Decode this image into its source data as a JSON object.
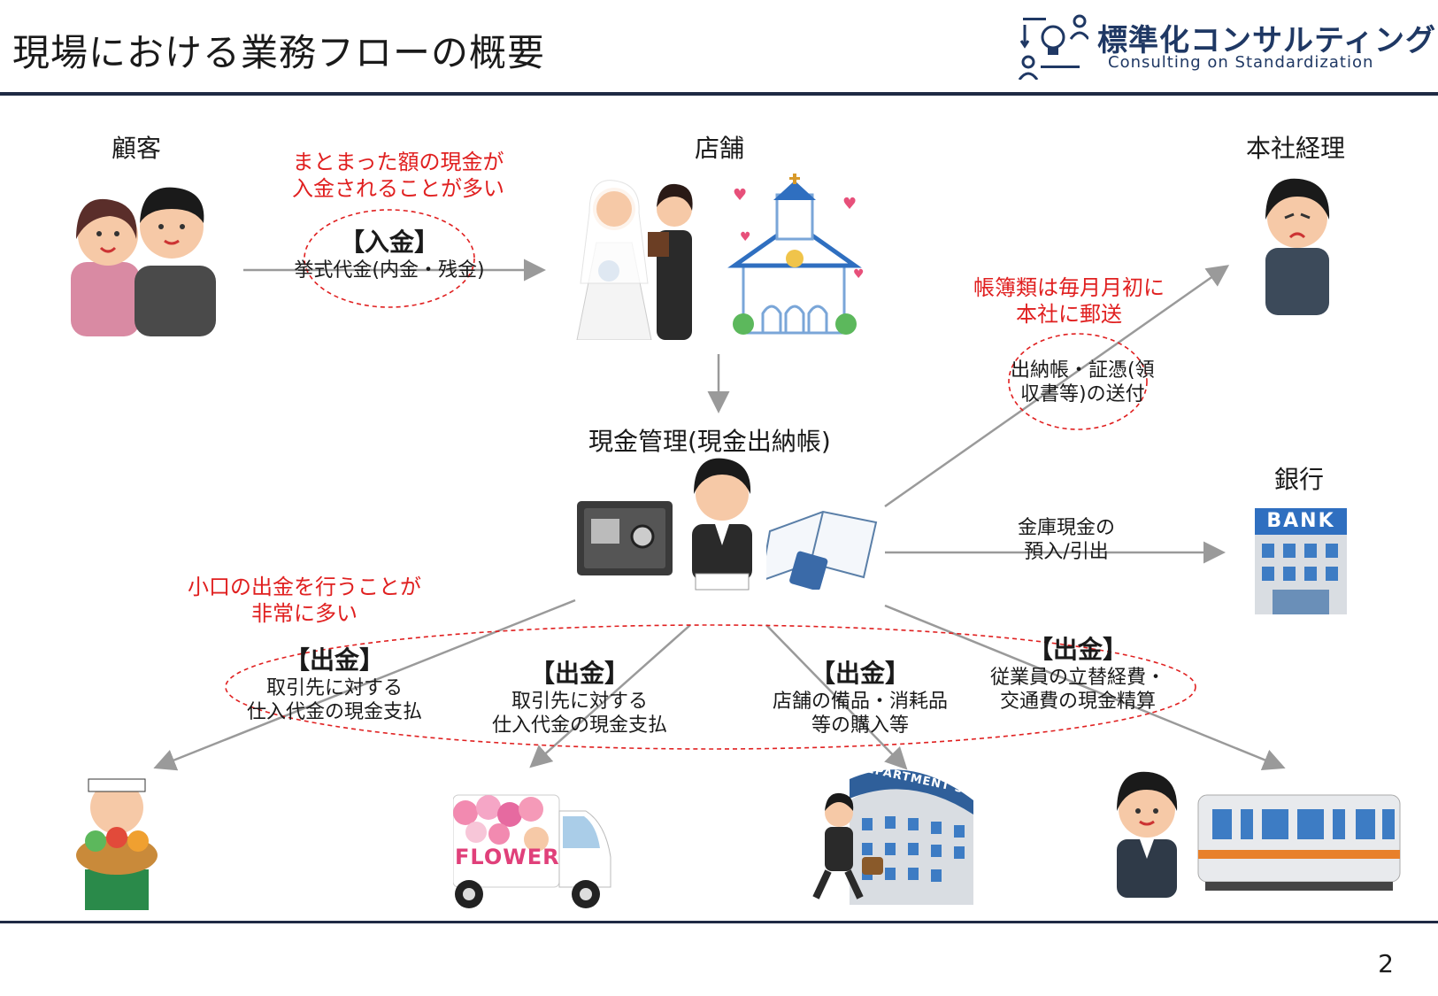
{
  "header": {
    "title": "現場における業務フローの概要",
    "logo_main": "標準化コンサルティング",
    "logo_sub": "Consulting on Standardization",
    "page_number": "2"
  },
  "nodes": {
    "customer": "顧客",
    "store": "店舗",
    "hq_accounting": "本社経理",
    "cash_management": "現金管理(現金出納帳)",
    "bank": "銀行"
  },
  "bank_sign": "BANK",
  "van_text": "FLOWER",
  "dept_store_sign": "DEPARTMENT STORE",
  "notes": {
    "deposit_note": [
      "まとまった額の現金が",
      "入金されることが多い"
    ],
    "mail_note": [
      "帳簿類は毎月月初に",
      "本社に郵送"
    ],
    "petty_note": [
      "小口の出金を行うことが",
      "非常に多い"
    ]
  },
  "flows": {
    "deposit": {
      "heading": "【入金】",
      "lines": [
        "挙式代金(内金・残金)"
      ]
    },
    "send_books": {
      "lines": [
        "出納帳・証憑(領",
        "収書等)の送付"
      ]
    },
    "bank_transfer": {
      "lines": [
        "金庫現金の",
        "預入/引出"
      ]
    },
    "payout1": {
      "heading": "【出金】",
      "lines": [
        "取引先に対する",
        "仕入代金の現金支払"
      ]
    },
    "payout2": {
      "heading": "【出金】",
      "lines": [
        "取引先に対する",
        "仕入代金の現金支払"
      ]
    },
    "payout3": {
      "heading": "【出金】",
      "lines": [
        "店舗の備品・消耗品",
        "等の購入等"
      ]
    },
    "payout4": {
      "heading": "【出金】",
      "lines": [
        "従業員の立替経費・",
        "交通費の現金精算"
      ]
    }
  },
  "colors": {
    "accent": "#1f2a44",
    "note_red": "#e02020",
    "arrow": "#9a9a9a",
    "logo": "#1f3864"
  }
}
